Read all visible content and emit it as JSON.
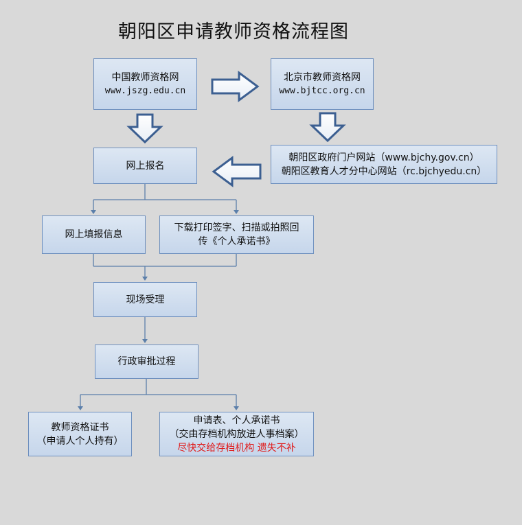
{
  "title": "朝阳区申请教师资格流程图",
  "nodes": {
    "national_site": {
      "name": "中国教师资格网",
      "url": "www.jszg.edu.cn"
    },
    "beijing_site": {
      "name": "北京市教师资格网",
      "url": "www.bjtcc.org.cn"
    },
    "chaoyang_sites": {
      "line1": "朝阳区政府门户网站（www.bjchy.gov.cn）",
      "line2": "朝阳区教育人才分中心网站（rc.bjchyedu.cn）"
    },
    "online_registration": "网上报名",
    "fill_info": "网上填报信息",
    "upload_pledge": {
      "line1": "下载打印签字、扫描或拍照回",
      "line2": "传《个人承诺书》"
    },
    "onsite_acceptance": "现场受理",
    "admin_approval": "行政审批过程",
    "certificate": {
      "line1": "教师资格证书",
      "line2": "（申请人个人持有）"
    },
    "forms": {
      "line1": "申请表、个人承诺书",
      "line2": "（交由存档机构放进人事档案）",
      "warning": "尽快交给存档机构 遗失不补"
    }
  },
  "colors": {
    "background": "#d9d9d9",
    "box_fill": "#c6d6eb",
    "box_border": "#6d8fbe",
    "connector": "#5b7faa",
    "warning": "#e01b1b"
  }
}
